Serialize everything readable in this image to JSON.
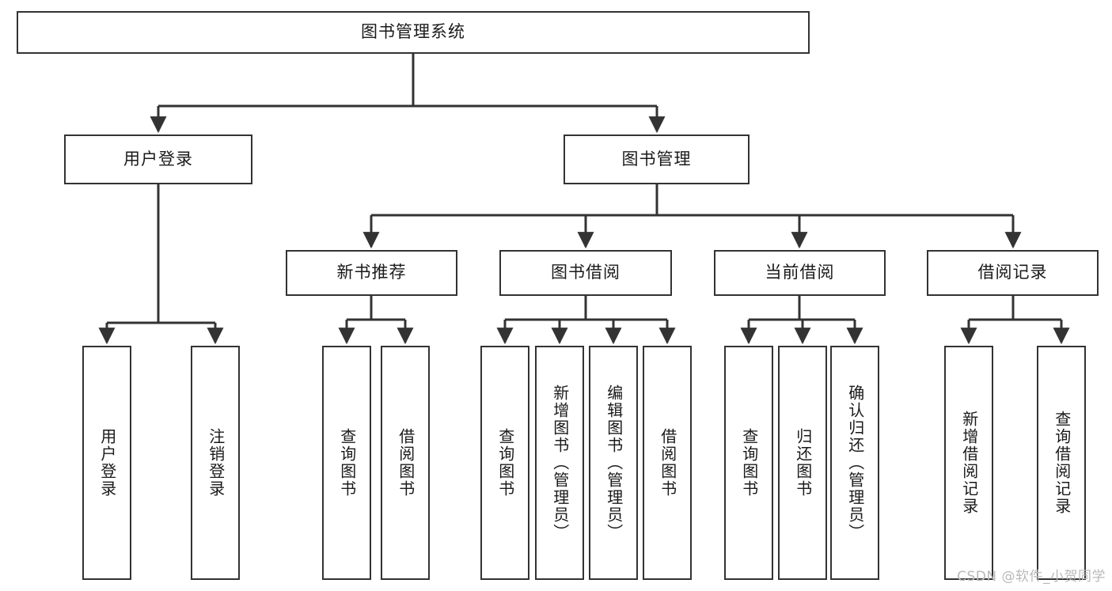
{
  "diagram": {
    "type": "tree-hierarchy-diagram",
    "title": "图书管理系统",
    "orientation": "top-down",
    "box_fill": "#ffffff",
    "box_border": "#333333",
    "text_color": "#1a1a1a",
    "watermark": "CSDN @软件_小贺同学"
  },
  "nodes": {
    "root": {
      "label": "图书管理系统"
    },
    "level2": [
      {
        "label": "用户登录"
      },
      {
        "label": "图书管理"
      }
    ],
    "level3": [
      {
        "label": "新书推荐"
      },
      {
        "label": "图书借阅"
      },
      {
        "label": "当前借阅"
      },
      {
        "label": "借阅记录"
      }
    ],
    "leaves": {
      "user_login": [
        {
          "label": "用户登录"
        },
        {
          "label": "注销登录"
        }
      ],
      "new_book_recommend": [
        {
          "label": "查询图书"
        },
        {
          "label": "借阅图书"
        }
      ],
      "book_borrow": [
        {
          "label": "查询图书"
        },
        {
          "label": "新增图书（管理员）"
        },
        {
          "label": "编辑图书（管理员）"
        },
        {
          "label": "借阅图书"
        }
      ],
      "current_borrow": [
        {
          "label": "查询图书"
        },
        {
          "label": "归还图书"
        },
        {
          "label": "确认归还（管理员）"
        }
      ],
      "borrow_record": [
        {
          "label": "新增借阅记录"
        },
        {
          "label": "查询借阅记录"
        }
      ]
    }
  },
  "chart_data": {
    "type": "tree",
    "title": "图书管理系统",
    "edges_style": "orthogonal-with-arrowheads",
    "tree": {
      "name": "图书管理系统",
      "children": [
        {
          "name": "用户登录",
          "children": [
            {
              "name": "用户登录"
            },
            {
              "name": "注销登录"
            }
          ]
        },
        {
          "name": "图书管理",
          "children": [
            {
              "name": "新书推荐",
              "children": [
                {
                  "name": "查询图书"
                },
                {
                  "name": "借阅图书"
                }
              ]
            },
            {
              "name": "图书借阅",
              "children": [
                {
                  "name": "查询图书"
                },
                {
                  "name": "新增图书（管理员）"
                },
                {
                  "name": "编辑图书（管理员）"
                },
                {
                  "name": "借阅图书"
                }
              ]
            },
            {
              "name": "当前借阅",
              "children": [
                {
                  "name": "查询图书"
                },
                {
                  "name": "归还图书"
                },
                {
                  "name": "确认归还（管理员）"
                }
              ]
            },
            {
              "name": "借阅记录",
              "children": [
                {
                  "name": "新增借阅记录"
                },
                {
                  "name": "查询借阅记录"
                }
              ]
            }
          ]
        }
      ]
    }
  }
}
